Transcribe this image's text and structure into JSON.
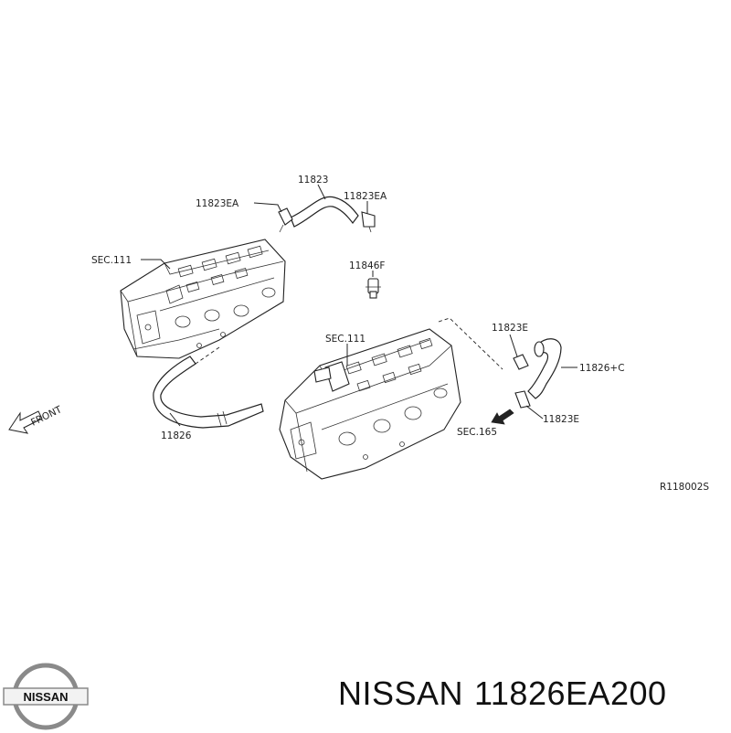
{
  "callouts": {
    "c11823": "11823",
    "c11823ea_left": "11823EA",
    "c11823ea_right": "11823EA",
    "c_sec111_left": "SEC.111",
    "c11846f": "11846F",
    "c_sec111_right": "SEC.111",
    "c11823e_top": "11823E",
    "c11826c": "11826+C",
    "c11823e_bottom": "11823E",
    "c_sec165": "SEC.165",
    "c11826": "11826",
    "c_front": "FRONT",
    "c_figure_code": "R118002S"
  },
  "caption": {
    "brand": "NISSAN",
    "part_number": "11826EA200"
  },
  "logo": {
    "text": "NISSAN"
  }
}
